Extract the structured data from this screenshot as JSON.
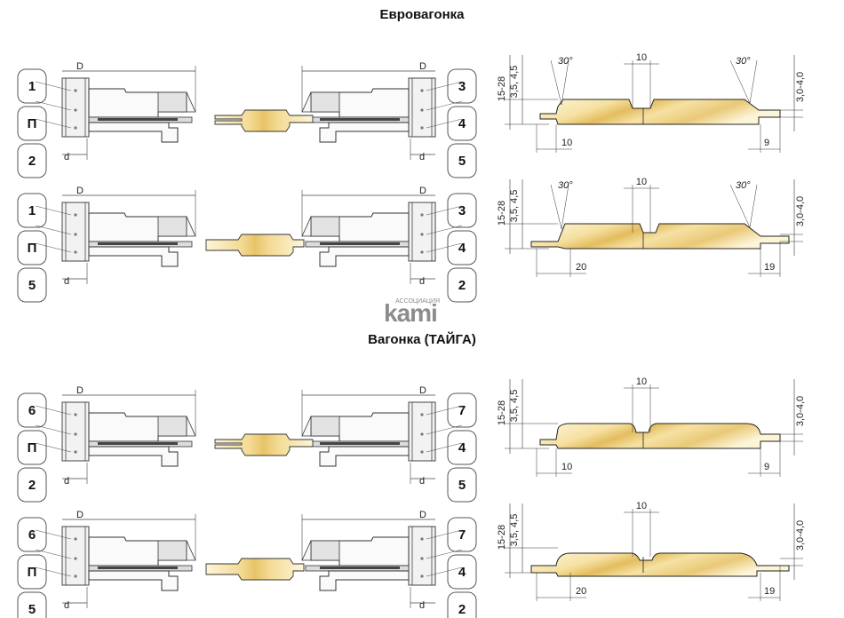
{
  "titles": {
    "evro": "Евровагонка",
    "taiga": "Вагонка (ТАЙГА)"
  },
  "logo": {
    "small_text": "АССОЦИАЦИЯ",
    "big_text": "kami"
  },
  "tool_sets": [
    {
      "left": [
        "1",
        "П",
        "2"
      ],
      "right": [
        "3",
        "4",
        "5"
      ]
    },
    {
      "left": [
        "1",
        "П",
        "5"
      ],
      "right": [
        "3",
        "4",
        "2"
      ]
    },
    {
      "left": [
        "6",
        "П",
        "2"
      ],
      "right": [
        "7",
        "4",
        "5"
      ]
    },
    {
      "left": [
        "6",
        "П",
        "5"
      ],
      "right": [
        "7",
        "4",
        "2"
      ]
    }
  ],
  "cutter_labels": {
    "D": "D",
    "d": "d"
  },
  "profiles": [
    {
      "height": "15-28",
      "depth": "3,5, 4,5",
      "angle": "30°",
      "angle2": "30°",
      "groove": "10",
      "left_width": "10",
      "right_width": "9",
      "right_depth": "3,0-4,0"
    },
    {
      "height": "15-28",
      "depth": "3,5, 4,5",
      "angle": "30°",
      "angle2": "30°",
      "groove": "10",
      "left_width": "20",
      "right_width": "19",
      "right_depth": "3,0-4,0"
    },
    {
      "height": "15-28",
      "depth": "3,5, 4,5",
      "groove": "10",
      "left_width": "10",
      "right_width": "9",
      "right_depth": "3,0-4,0"
    },
    {
      "height": "15-28",
      "depth": "3,5, 4,5",
      "groove": "10",
      "left_width": "20",
      "right_width": "19",
      "right_depth": "3,0-4,0"
    }
  ],
  "colors": {
    "wood_light": "#fbefc4",
    "wood_dark": "#e6c268",
    "line": "#333333",
    "logo": "#8c8c8c"
  }
}
